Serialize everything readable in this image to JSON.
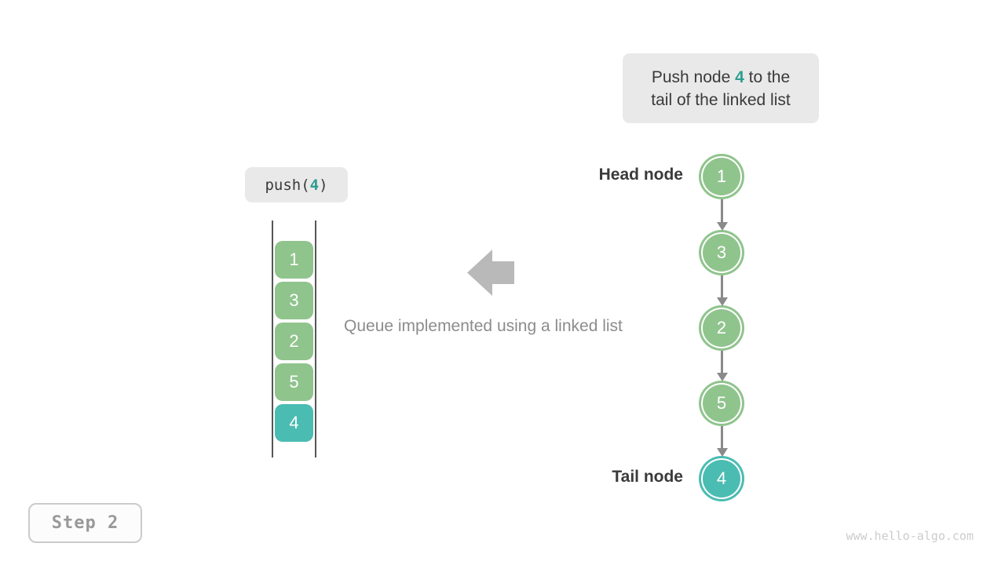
{
  "callout": {
    "prefix": "Push node ",
    "highlight": "4",
    "suffix": " to the",
    "line2": "tail of the linked list"
  },
  "push_label": {
    "prefix": "push(",
    "arg": "4",
    "suffix": ")"
  },
  "queue": {
    "items": [
      {
        "value": "1",
        "color": "#90c48d"
      },
      {
        "value": "3",
        "color": "#90c48d"
      },
      {
        "value": "2",
        "color": "#90c48d"
      },
      {
        "value": "5",
        "color": "#90c48d"
      },
      {
        "value": "4",
        "color": "#4bbcb2"
      }
    ]
  },
  "caption": "Queue implemented using a linked list",
  "linked_list": {
    "head_label": "Head node",
    "tail_label": "Tail node",
    "nodes": [
      {
        "value": "1",
        "color": "#90c48d"
      },
      {
        "value": "3",
        "color": "#90c48d"
      },
      {
        "value": "2",
        "color": "#90c48d"
      },
      {
        "value": "5",
        "color": "#90c48d"
      },
      {
        "value": "4",
        "color": "#4bbcb2"
      }
    ]
  },
  "step": {
    "label": "Step 2"
  },
  "watermark": "www.hello-algo.com",
  "colors": {
    "node_green": "#90c48d",
    "node_teal": "#4bbcb2",
    "accent_teal_text": "#2c9e90",
    "callout_bg": "#e9e9e9",
    "block_arrow_gray": "#b9b9b9",
    "arrow_stem_gray": "#8a8a8a",
    "text_dark": "#3a3a3a",
    "caption_gray": "#8c8c8c"
  }
}
